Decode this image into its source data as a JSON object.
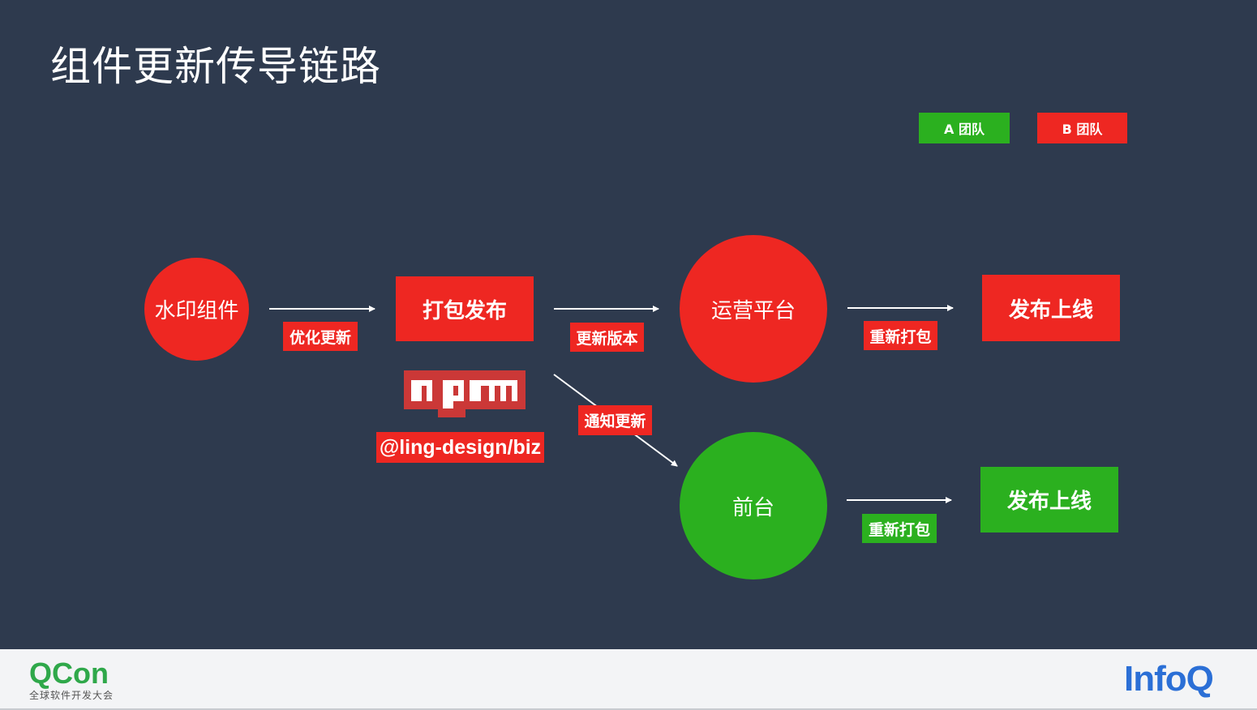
{
  "title": "组件更新传导链路",
  "legend": {
    "a_team": "A 团队",
    "b_team": "B 团队"
  },
  "nodes": {
    "watermark": "水印组件",
    "package_publish": "打包发布",
    "ops_platform": "运营平台",
    "frontend": "前台",
    "release_b": "发布上线",
    "release_a": "发布上线"
  },
  "edge_labels": {
    "optimize": "优化更新",
    "update_version": "更新版本",
    "repackage_b": "重新打包",
    "notify": "通知更新",
    "repackage_a": "重新打包"
  },
  "npm": {
    "logo_text": "npm",
    "package": "@ling-design/biz"
  },
  "footer": {
    "qcon": "QCon",
    "qcon_sub": "全球软件开发大会",
    "infoq": "InfoQ"
  },
  "colors": {
    "background": "#2e3a4e",
    "team_a": "#2bb01f",
    "team_b": "#ee2722"
  }
}
